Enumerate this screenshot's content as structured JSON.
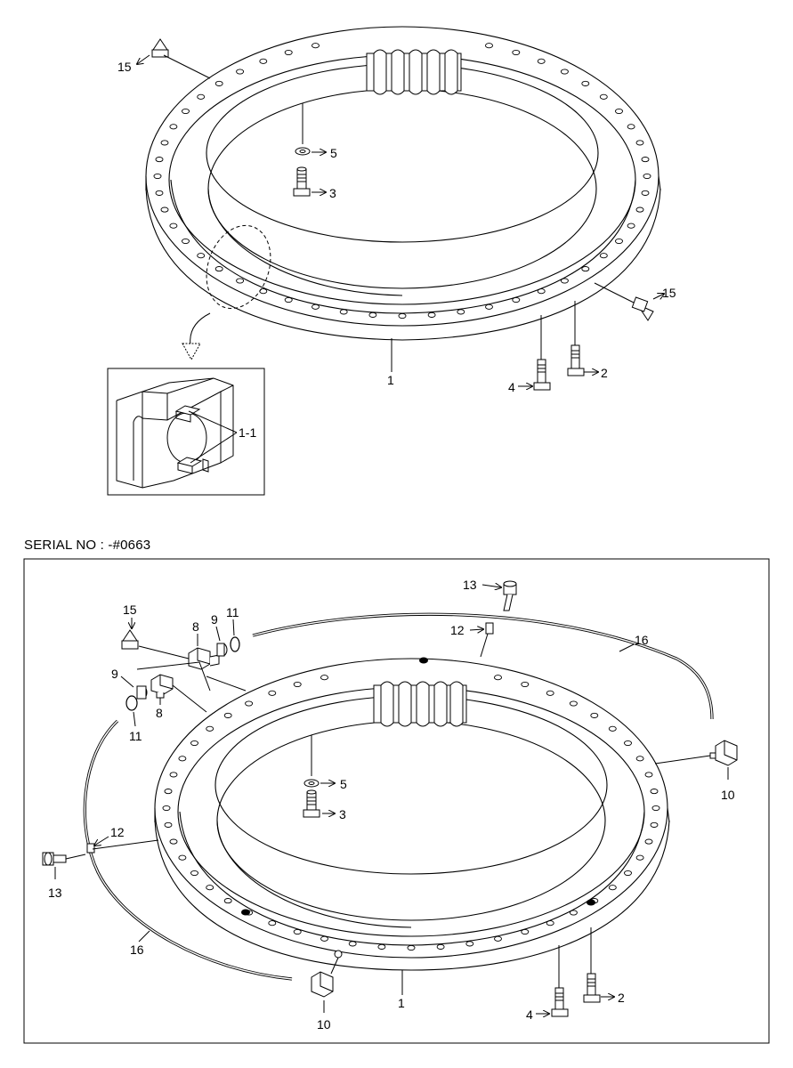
{
  "serial_caption": "SERIAL NO : -#0663",
  "top_view": {
    "labels": {
      "p15a": "15",
      "p15b": "15",
      "p5": "5",
      "p3": "3",
      "p1": "1",
      "p4": "4",
      "p2": "2",
      "p1_1": "1-1"
    }
  },
  "bottom_view": {
    "labels": {
      "p13a": "13",
      "p12a": "12",
      "p16a": "16",
      "p15": "15",
      "p8a": "8",
      "p9a": "9",
      "p11a": "11",
      "p9b": "9",
      "p8b": "8",
      "p11b": "11",
      "p12b": "12",
      "p13b": "13",
      "p16b": "16",
      "p5": "5",
      "p3": "3",
      "p10a": "10",
      "p10b": "10",
      "p1": "1",
      "p2": "2",
      "p4": "4"
    }
  }
}
